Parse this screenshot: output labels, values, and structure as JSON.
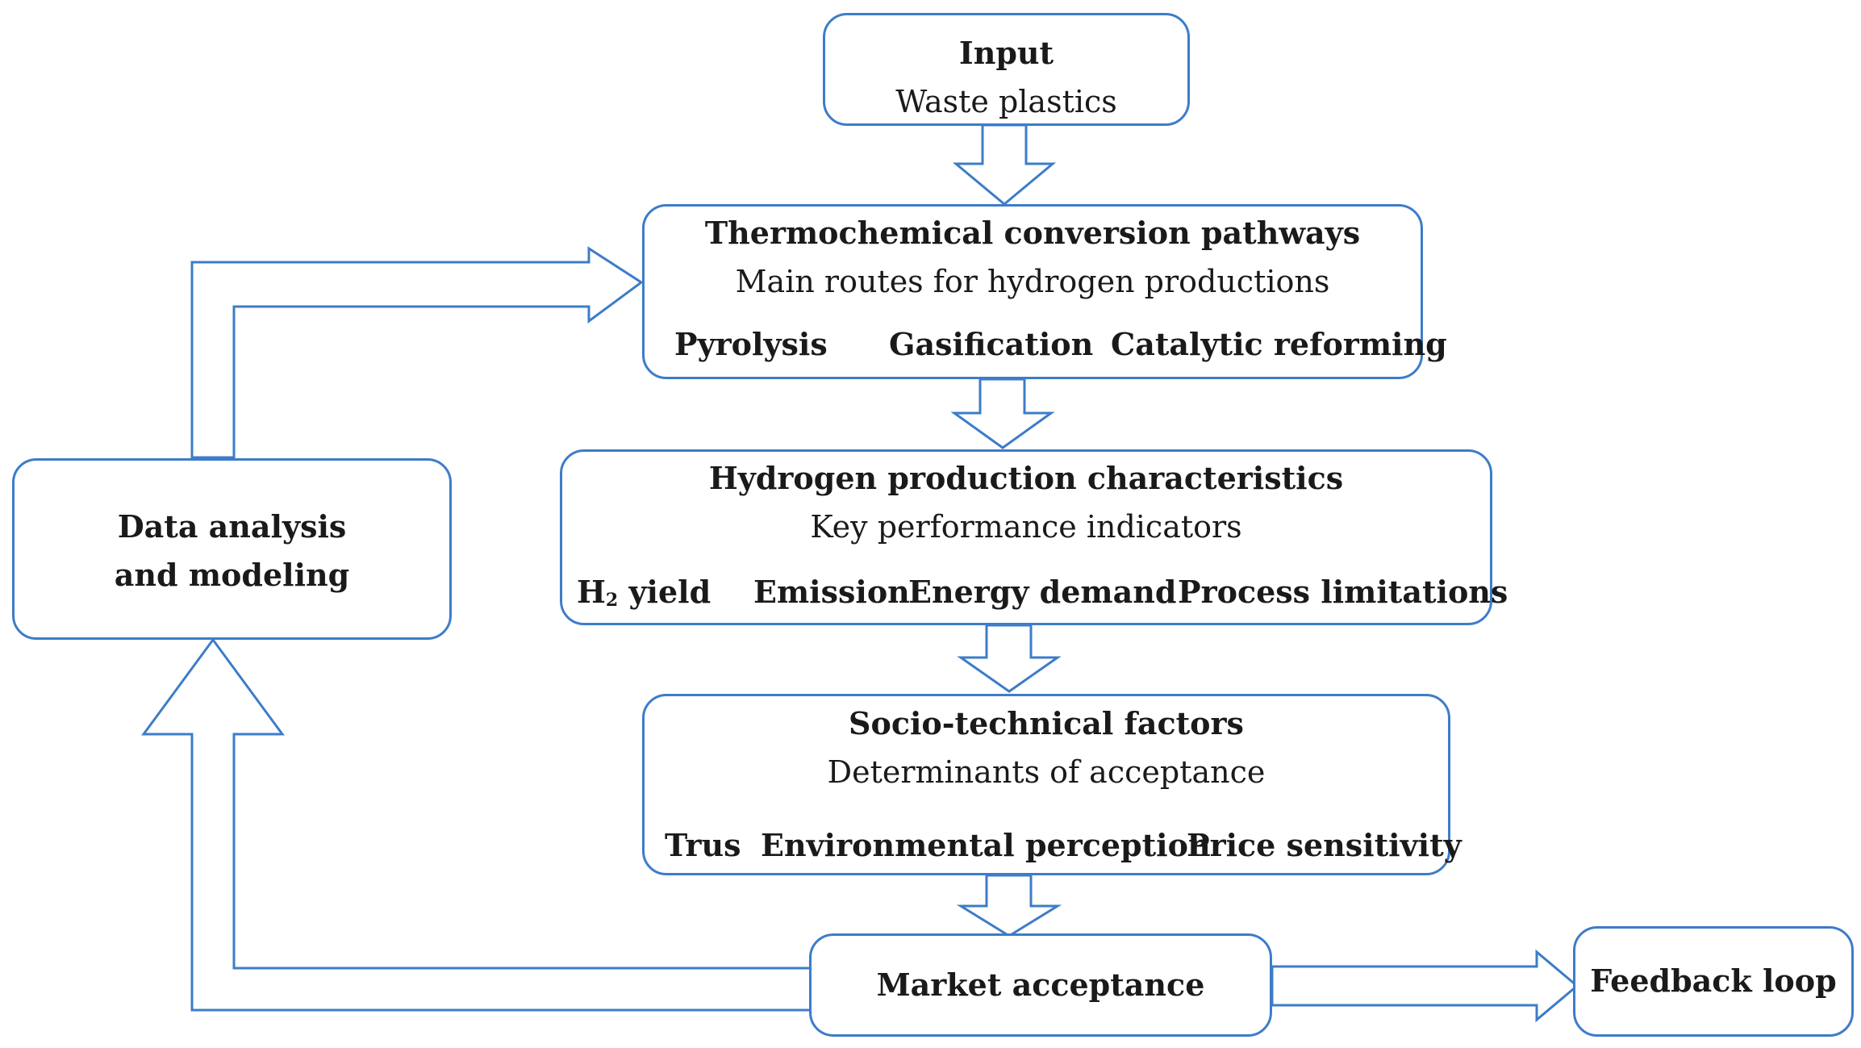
{
  "input": {
    "title": "Input",
    "subtitle": "Waste plastics"
  },
  "conversion": {
    "title": "Thermochemical conversion pathways",
    "subtitle": "Main routes for hydrogen productions",
    "items": [
      "Pyrolysis",
      "Gasification",
      "Catalytic reforming"
    ]
  },
  "characteristics": {
    "title": "Hydrogen production characteristics",
    "subtitle": "Key performance indicators",
    "h2_symbol": "H",
    "h2_subscript": "2",
    "h2_rest": " yield",
    "items": [
      "Emission",
      "Energy demand",
      "Process limitations"
    ]
  },
  "socio": {
    "title": "Socio-technical factors",
    "subtitle": "Determinants of acceptance",
    "items": [
      "Trus",
      "Environmental perception",
      "Price sensitivity"
    ]
  },
  "market": {
    "title": "Market acceptance"
  },
  "data_analysis": {
    "line1": "Data analysis",
    "line2": "and modeling"
  },
  "feedback": {
    "title": "Feedback loop"
  },
  "colors": {
    "arrow": "#3d7cc9",
    "border": "#3d7cc9",
    "text": "#1a1a1a"
  }
}
